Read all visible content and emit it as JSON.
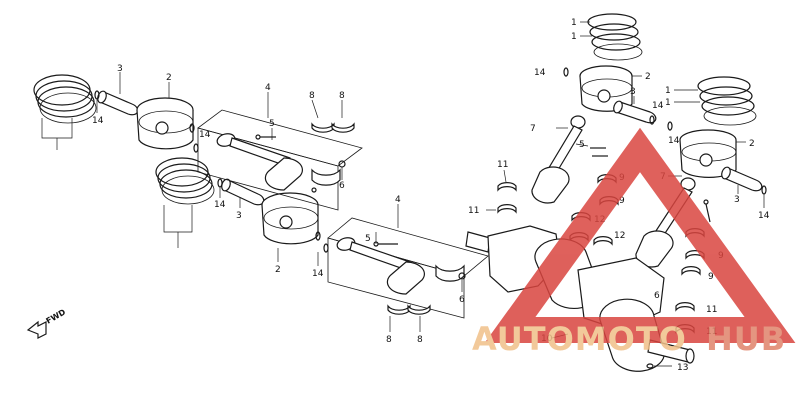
{
  "diagram": {
    "callouts": [
      {
        "id": "c1",
        "label": "3"
      },
      {
        "id": "c2",
        "label": "2"
      },
      {
        "id": "c3",
        "label": "14"
      },
      {
        "id": "c4",
        "label": "14"
      },
      {
        "id": "c5",
        "label": "14"
      },
      {
        "id": "c6",
        "label": "3"
      },
      {
        "id": "c7",
        "label": "2"
      },
      {
        "id": "c8",
        "label": "14"
      },
      {
        "id": "c9",
        "label": "4"
      },
      {
        "id": "c10",
        "label": "5"
      },
      {
        "id": "c11",
        "label": "8"
      },
      {
        "id": "c12",
        "label": "8"
      },
      {
        "id": "c13",
        "label": "6"
      },
      {
        "id": "c14",
        "label": "4"
      },
      {
        "id": "c15",
        "label": "5"
      },
      {
        "id": "c16",
        "label": "8"
      },
      {
        "id": "c17",
        "label": "8"
      },
      {
        "id": "c18",
        "label": "6"
      },
      {
        "id": "c19",
        "label": "1"
      },
      {
        "id": "c20",
        "label": "1"
      },
      {
        "id": "c21",
        "label": "14"
      },
      {
        "id": "c22",
        "label": "2"
      },
      {
        "id": "c23",
        "label": "3"
      },
      {
        "id": "c24",
        "label": "14"
      },
      {
        "id": "c25",
        "label": "1"
      },
      {
        "id": "c26",
        "label": "1"
      },
      {
        "id": "c27",
        "label": "14"
      },
      {
        "id": "c28",
        "label": "2"
      },
      {
        "id": "c29",
        "label": "7"
      },
      {
        "id": "c30",
        "label": "5"
      },
      {
        "id": "c31",
        "label": "7"
      },
      {
        "id": "c32",
        "label": "3"
      },
      {
        "id": "c33",
        "label": "14"
      },
      {
        "id": "c34",
        "label": "11"
      },
      {
        "id": "c35",
        "label": "11"
      },
      {
        "id": "c36",
        "label": "9"
      },
      {
        "id": "c37",
        "label": "9"
      },
      {
        "id": "c38",
        "label": "12"
      },
      {
        "id": "c39",
        "label": "12"
      },
      {
        "id": "c40",
        "label": "9"
      },
      {
        "id": "c41",
        "label": "9"
      },
      {
        "id": "c42",
        "label": "6"
      },
      {
        "id": "c43",
        "label": "11"
      },
      {
        "id": "c44",
        "label": "11"
      },
      {
        "id": "c45",
        "label": "10"
      },
      {
        "id": "c46",
        "label": "13"
      }
    ],
    "fwd_label": "FWD"
  },
  "watermark": {
    "text_left": "AUTOMOTO",
    "text_right": "HUB",
    "colors": {
      "triangle": "#d9453f",
      "text_left": "#f0c089",
      "text_right": "#e0836a"
    }
  }
}
